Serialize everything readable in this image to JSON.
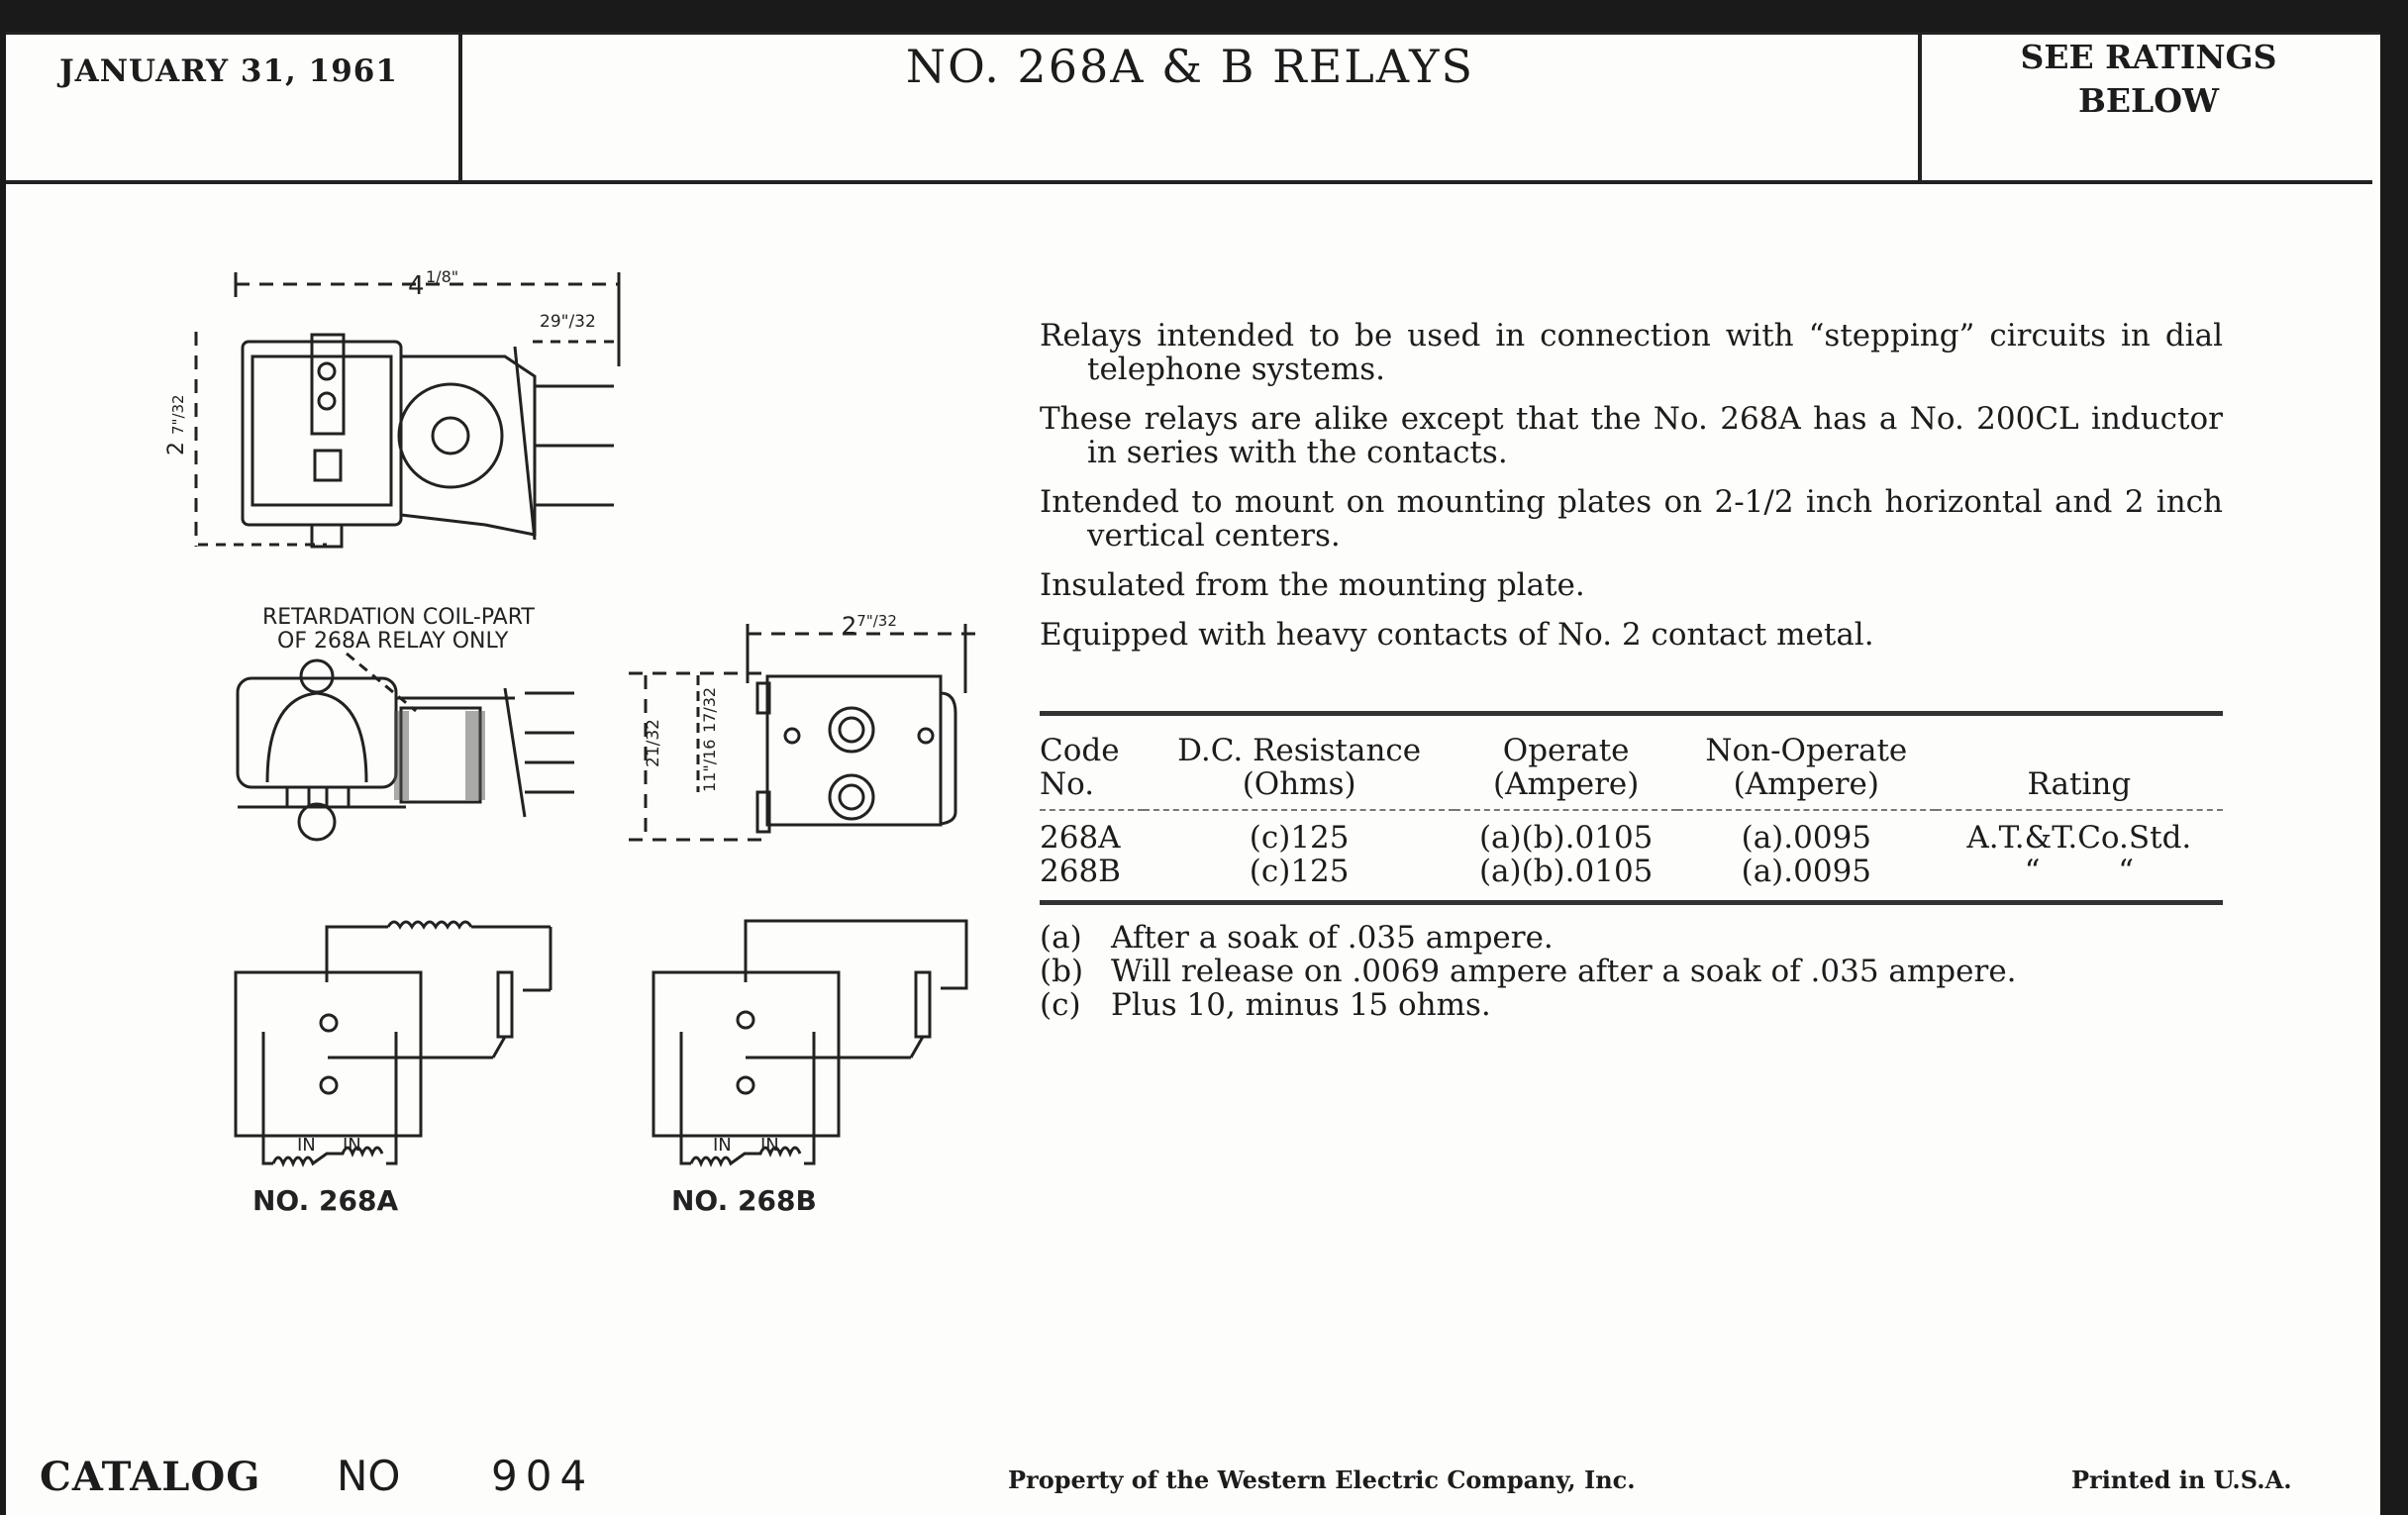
{
  "header": {
    "date": "JANUARY 31, 1961",
    "title": "NO. 268A & B RELAYS",
    "ratings_line1": "SEE RATINGS",
    "ratings_line2": "BELOW"
  },
  "diagrams": {
    "top_width_whole": "4",
    "top_width_frac": "1/8\"",
    "top_depth": "29\"/32",
    "top_height_whole": "2",
    "top_height_frac": "7\"/32",
    "coil_callout_line1": "RETARDATION COIL-PART",
    "coil_callout_line2": "OF 268A RELAY ONLY",
    "side_width_whole": "2",
    "side_width_frac": "7\"/32",
    "side_dim_a": "17/32",
    "side_dim_b": "21/32",
    "side_dim_c": "11\"/16",
    "winding_label": "IN",
    "schematic_a_label": "NO. 268A",
    "schematic_b_label": "NO. 268B"
  },
  "description": [
    "Relays intended to be used in connection with “stepping” circuits in dial telephone systems.",
    "These relays are alike except that the No. 268A has a No. 200CL inductor in series with the contacts.",
    "Intended to mount on mounting plates on 2-1/2 inch horizontal and 2 inch vertical centers.",
    "Insulated from the mounting plate.",
    "Equipped with heavy contacts of No. 2 contact metal."
  ],
  "table": {
    "headers": [
      [
        "Code",
        "No."
      ],
      [
        "D.C. Resistance",
        "(Ohms)"
      ],
      [
        "Operate",
        "(Ampere)"
      ],
      [
        "Non-Operate",
        "(Ampere)"
      ],
      [
        "",
        "Rating"
      ]
    ],
    "rows": [
      [
        "268A",
        "(c)125",
        "(a)(b).0105",
        "(a).0095",
        "A.T.&T.Co.Std."
      ],
      [
        "268B",
        "(c)125",
        "(a)(b).0105",
        "(a).0095",
        "“        “"
      ]
    ]
  },
  "footnotes": [
    {
      "key": "(a)",
      "text": "After a soak of .035 ampere."
    },
    {
      "key": "(b)",
      "text": "Will release on .0069 ampere after a soak of .035 ampere."
    },
    {
      "key": "(c)",
      "text": "Plus 10, minus 15 ohms."
    }
  ],
  "footer": {
    "catalog": "CATALOG",
    "no": "NO",
    "number": "904",
    "property": "Property of the Western Electric Company, Inc.",
    "printed": "Printed in U.S.A."
  }
}
